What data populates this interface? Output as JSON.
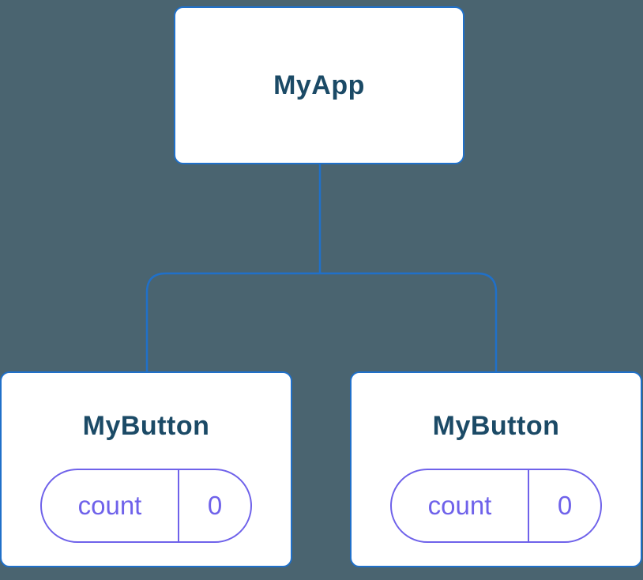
{
  "diagram": {
    "root": {
      "label": "MyApp"
    },
    "children": [
      {
        "label": "MyButton",
        "state_key": "count",
        "state_value": "0"
      },
      {
        "label": "MyButton",
        "state_key": "count",
        "state_value": "0"
      }
    ]
  },
  "colors": {
    "background": "#4a6470",
    "connector": "#2070c9",
    "node_label": "#1b4a66",
    "state": "#6f62ea"
  }
}
